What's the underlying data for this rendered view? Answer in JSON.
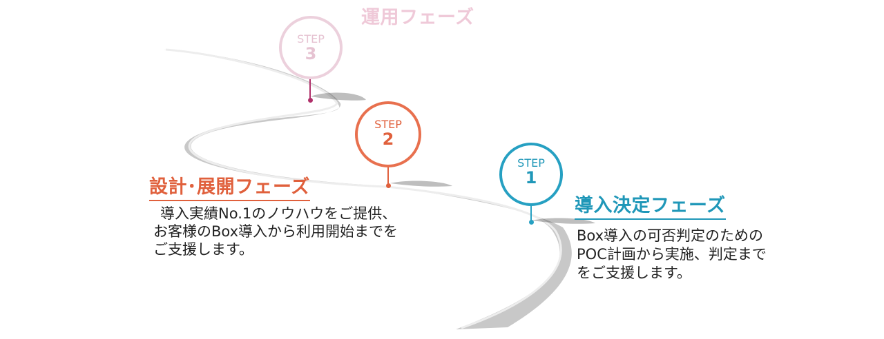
{
  "steps": [
    {
      "step_label": "STEP",
      "number": "3",
      "phase": "運用フェーズ",
      "color": "#ecd0dc"
    },
    {
      "step_label": "STEP",
      "number": "2",
      "phase": "設計･展開フェーズ",
      "color": "#e0603c",
      "description": [
        "導入実績No.1のノウハウをご提供、",
        "お客様のBox導入から利用開始までを",
        "ご支援します。"
      ]
    },
    {
      "step_label": "STEP",
      "number": "1",
      "phase": "導入決定フェーズ",
      "color": "#1f97b8",
      "description": [
        "Box導入の可否判定のための",
        "POC計画から実施、判定まで",
        "をご支援します。"
      ]
    }
  ]
}
